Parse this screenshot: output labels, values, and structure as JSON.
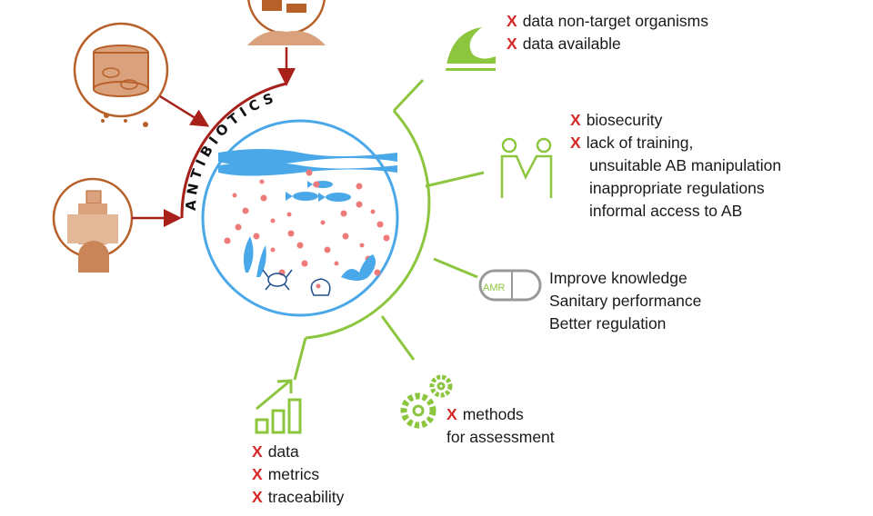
{
  "arc_label": "ANTIBIOTICS",
  "amr_label": "AMR",
  "colors": {
    "brown": "#b8602a",
    "red": "#a8201a",
    "blue": "#4aa8e8",
    "green": "#8cc63f",
    "dot": "#ee7a7a",
    "x": "#d62828"
  },
  "groups": {
    "environment": {
      "icon": "wave-icon",
      "items": [
        {
          "mark": "X",
          "text": "data non-target organisms"
        },
        {
          "mark": "X",
          "text": "data available"
        }
      ]
    },
    "people": {
      "icon": "handshake-icon",
      "items": [
        {
          "mark": "X",
          "text": "biosecurity"
        },
        {
          "mark": "X",
          "text": "lack of training,"
        }
      ],
      "sub": [
        "unsuitable AB manipulation",
        "inappropriate regulations",
        "informal access to AB"
      ]
    },
    "amr": {
      "icon": "pill-icon",
      "items": [
        "Improve knowledge",
        "Sanitary performance",
        "Better regulation"
      ]
    },
    "methods": {
      "icon": "gears-icon",
      "items": [
        {
          "mark": "X",
          "text": "methods"
        }
      ],
      "sub": [
        "for assessment"
      ]
    },
    "data": {
      "icon": "growth-chart-icon",
      "items": [
        {
          "mark": "X",
          "text": "data"
        },
        {
          "mark": "X",
          "text": "metrics"
        },
        {
          "mark": "X",
          "text": "traceability"
        }
      ]
    }
  }
}
